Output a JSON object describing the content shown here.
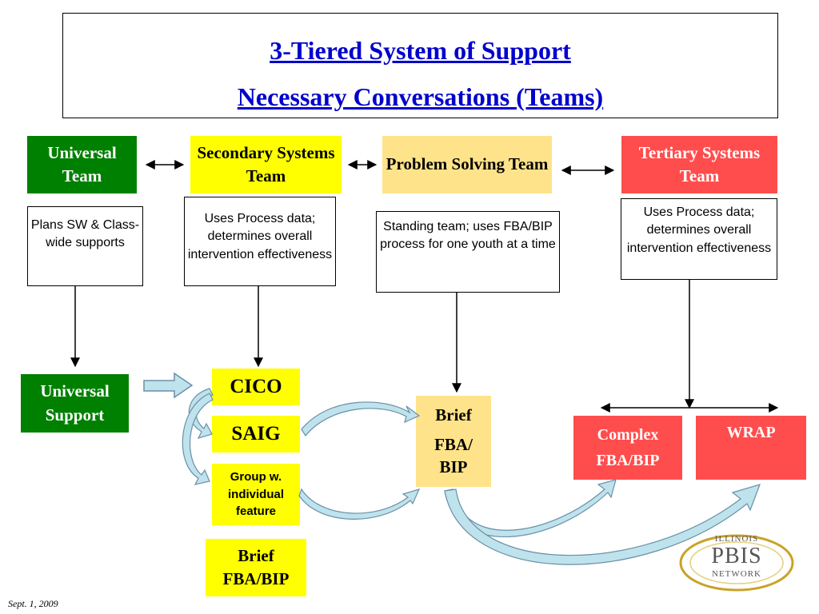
{
  "title": {
    "line1": "3-Tiered System of Support",
    "line2": "Necessary Conversations (Teams)"
  },
  "teams": {
    "universal": "Universal Team",
    "secondary": "Secondary Systems Team",
    "problem_solving": "Problem Solving Team",
    "tertiary": "Tertiary Systems Team"
  },
  "descriptions": {
    "universal": "Plans SW & Class-wide supports",
    "secondary": "Uses Process data; determines overall intervention effectiveness",
    "problem_solving": "Standing team; uses FBA/BIP process for one youth at a time",
    "tertiary": "Uses Process data; determines overall intervention effectiveness"
  },
  "supports": {
    "universal_support": "Universal Support",
    "cico": "CICO",
    "saig": "SAIG",
    "group": "Group w. individual feature",
    "brief_fba_bip": "Brief FBA/BIP",
    "brief": "Brief",
    "fba": "FBA/",
    "bip": "BIP",
    "complex": "Complex",
    "complex_fba_bip": "FBA/BIP",
    "wrap": "WRAP"
  },
  "logo": {
    "line1": "ILLINOIS",
    "line2": "PBIS",
    "line3": "NETWORK"
  },
  "footer": {
    "date": "Sept. 1, 2009"
  },
  "colors": {
    "title_blue": "#0000cc",
    "green": "#008000",
    "yellow": "#ffff00",
    "light_yellow": "#ffe38a",
    "red": "#ff4d4d",
    "arrow_fill": "#bfe3ec",
    "arrow_stroke": "#6a8fa8"
  }
}
